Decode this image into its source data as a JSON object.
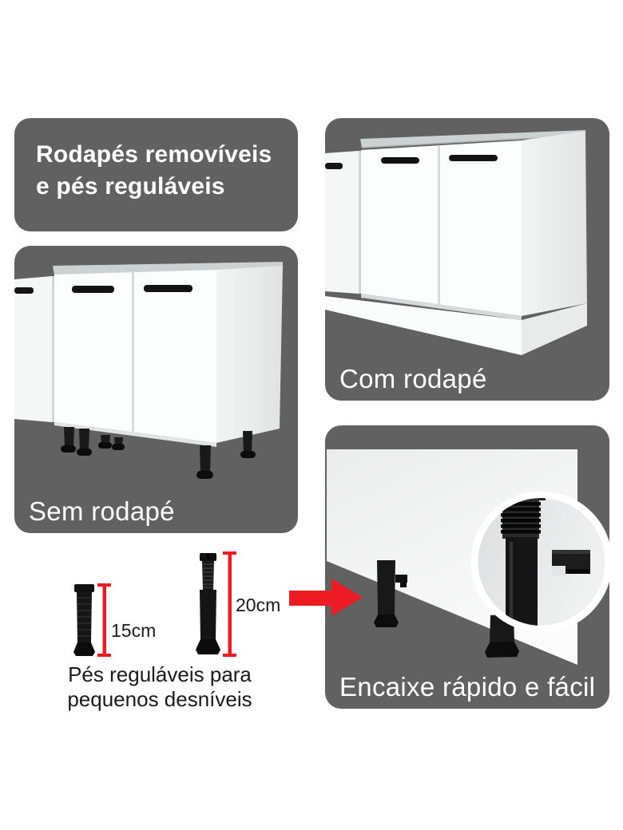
{
  "colors": {
    "panel_bg": "#616161",
    "accent_red": "#ed1c24",
    "label_text": "#ffffff",
    "body_text": "#1a1a1a",
    "counter_gray": "#ccd1d1",
    "cabinet_white": "#fcfdfd",
    "foot_black": "#181818"
  },
  "title_card": {
    "line1": "Rodapés removíveis",
    "line2": "e pés reguláveis"
  },
  "panels": {
    "sem_rodape": {
      "label": "Sem rodapé"
    },
    "com_rodape": {
      "label": "Com rodapé"
    },
    "encaixe": {
      "label": "Encaixe rápido e fácil"
    }
  },
  "feet_spec": {
    "short_height": "15cm",
    "tall_height": "20cm",
    "caption_line1": "Pés reguláveis para",
    "caption_line2": "pequenos desníveis"
  }
}
